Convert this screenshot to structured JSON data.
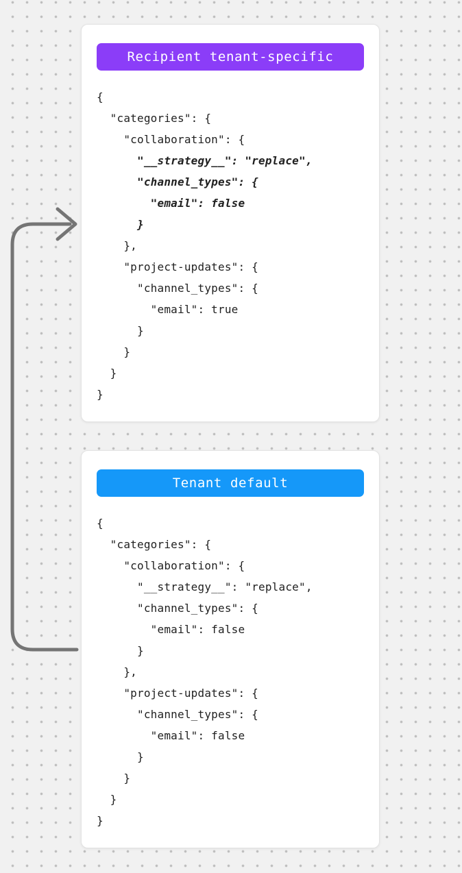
{
  "page": {
    "background_color": "#f1f1f1",
    "dot_color": "#bdbdbd"
  },
  "arrow": {
    "color": "#757575",
    "meaning": "tenant-default-merges-into-recipient-tenant-specific"
  },
  "cards": [
    {
      "badge": {
        "label": "Recipient tenant-specific",
        "color": "#8b3df8",
        "text_color": "#ffffff"
      },
      "code_lines": [
        {
          "text": "{",
          "emph": false
        },
        {
          "text": "  \"categories\": {",
          "emph": false
        },
        {
          "text": "    \"collaboration\": {",
          "emph": false
        },
        {
          "text": "      \"__strategy__\": \"replace\",",
          "emph": true
        },
        {
          "text": "      \"channel_types\": {",
          "emph": true
        },
        {
          "text": "        \"email\": false",
          "emph": true
        },
        {
          "text": "      }",
          "emph": true
        },
        {
          "text": "    },",
          "emph": false
        },
        {
          "text": "    \"project-updates\": {",
          "emph": false
        },
        {
          "text": "      \"channel_types\": {",
          "emph": false
        },
        {
          "text": "        \"email\": true",
          "emph": false
        },
        {
          "text": "      }",
          "emph": false
        },
        {
          "text": "    }",
          "emph": false
        },
        {
          "text": "  }",
          "emph": false
        },
        {
          "text": "}",
          "emph": false
        }
      ]
    },
    {
      "badge": {
        "label": "Tenant default",
        "color": "#1598f9",
        "text_color": "#ffffff"
      },
      "code_lines": [
        {
          "text": "{",
          "emph": false
        },
        {
          "text": "  \"categories\": {",
          "emph": false
        },
        {
          "text": "    \"collaboration\": {",
          "emph": false
        },
        {
          "text": "      \"__strategy__\": \"replace\",",
          "emph": false
        },
        {
          "text": "      \"channel_types\": {",
          "emph": false
        },
        {
          "text": "        \"email\": false",
          "emph": false
        },
        {
          "text": "      }",
          "emph": false
        },
        {
          "text": "    },",
          "emph": false
        },
        {
          "text": "    \"project-updates\": {",
          "emph": false
        },
        {
          "text": "      \"channel_types\": {",
          "emph": false
        },
        {
          "text": "        \"email\": false",
          "emph": false
        },
        {
          "text": "      }",
          "emph": false
        },
        {
          "text": "    }",
          "emph": false
        },
        {
          "text": "  }",
          "emph": false
        },
        {
          "text": "}",
          "emph": false
        }
      ]
    }
  ]
}
